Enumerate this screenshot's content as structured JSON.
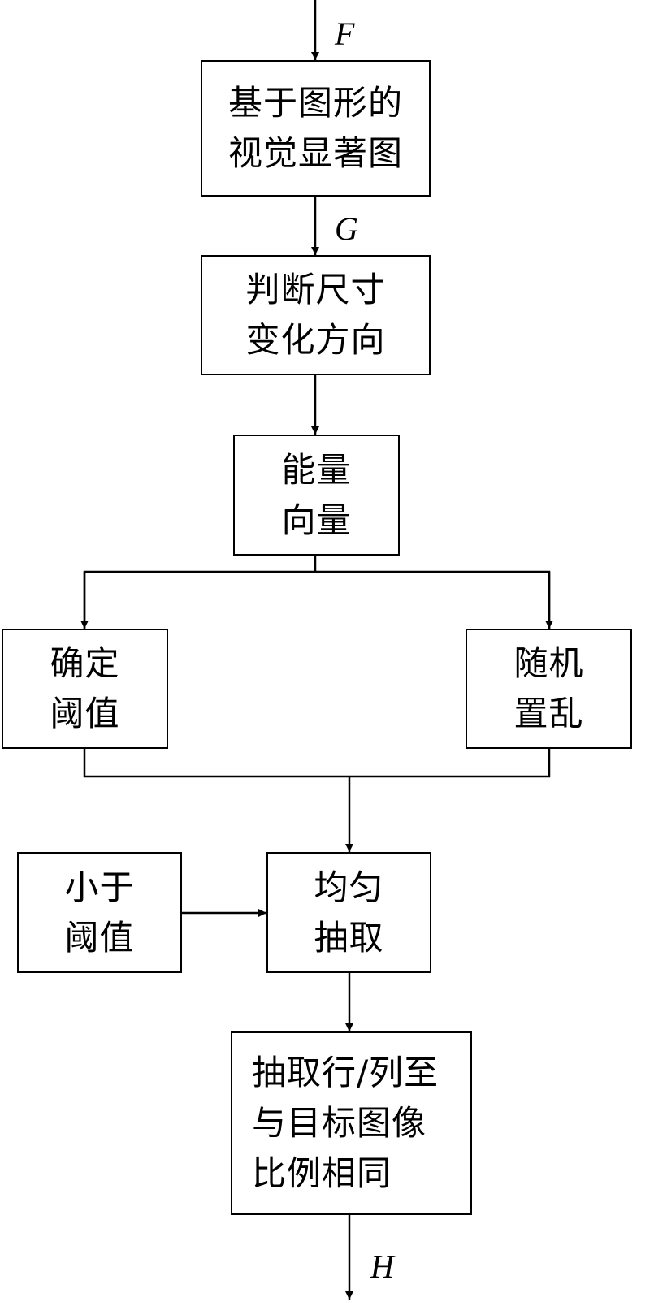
{
  "input_label": "F",
  "g_label": "G",
  "output_label": "H",
  "nodes": {
    "saliency": [
      "基于图形的",
      "视觉显著图"
    ],
    "direction": [
      "判断尺寸",
      "变化方向"
    ],
    "energy": [
      "能量",
      "向量"
    ],
    "threshold": [
      "确定",
      "阈值"
    ],
    "random": [
      "随机",
      "置乱"
    ],
    "below": [
      "小于",
      "阈值"
    ],
    "uniform": [
      "均匀",
      "抽取"
    ],
    "extract": [
      "抽取行/列至",
      "与目标图像",
      "比例相同"
    ]
  }
}
